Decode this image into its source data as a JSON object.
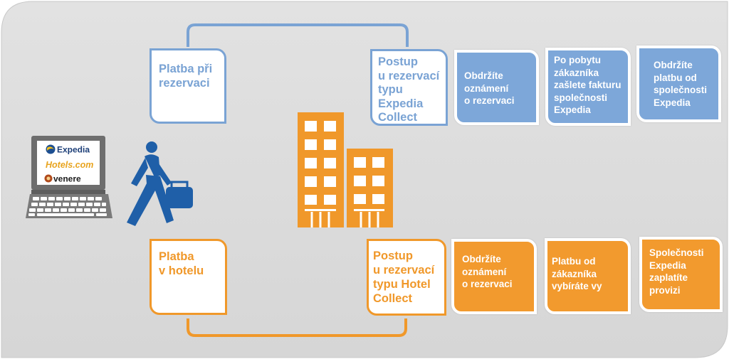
{
  "diagram": {
    "prepaid": {
      "label_lines": [
        "Platba při",
        "rezervaci"
      ],
      "model_lines": [
        "Postup",
        "u rezervací",
        "typu",
        "Expedia",
        "Collect"
      ],
      "steps": [
        {
          "lines": [
            "Obdržíte",
            "oznámení",
            "o rezervaci"
          ]
        },
        {
          "lines": [
            "Po pobytu",
            "zákazníka",
            "zašlete fakturu",
            "společnosti",
            "Expedia"
          ]
        },
        {
          "lines": [
            "Obdržíte",
            "platbu od",
            "společnosti",
            "Expedia"
          ]
        }
      ]
    },
    "pay_at_hotel": {
      "label_lines": [
        "Platba",
        "v hotelu"
      ],
      "model_lines": [
        "Postup",
        "u rezervací",
        "typu Hotel",
        "Collect"
      ],
      "steps": [
        {
          "lines": [
            "Obdržíte",
            "oznámení",
            "o rezervaci"
          ]
        },
        {
          "lines": [
            "Platbu od",
            "zákazníka",
            "vybíráte vy"
          ]
        },
        {
          "lines": [
            "Společnosti",
            "Expedia",
            "zaplatíte",
            "provizi"
          ]
        }
      ]
    },
    "brands": [
      "Expedia",
      "Hotels.com",
      "venere"
    ],
    "icons": [
      "laptop-icon",
      "traveler-icon",
      "hotel-building-icon"
    ]
  },
  "colors": {
    "background": "#dcdcdc",
    "blue": "#7aa3d4",
    "orange": "#f0982a",
    "traveler": "#1f5fa8"
  }
}
